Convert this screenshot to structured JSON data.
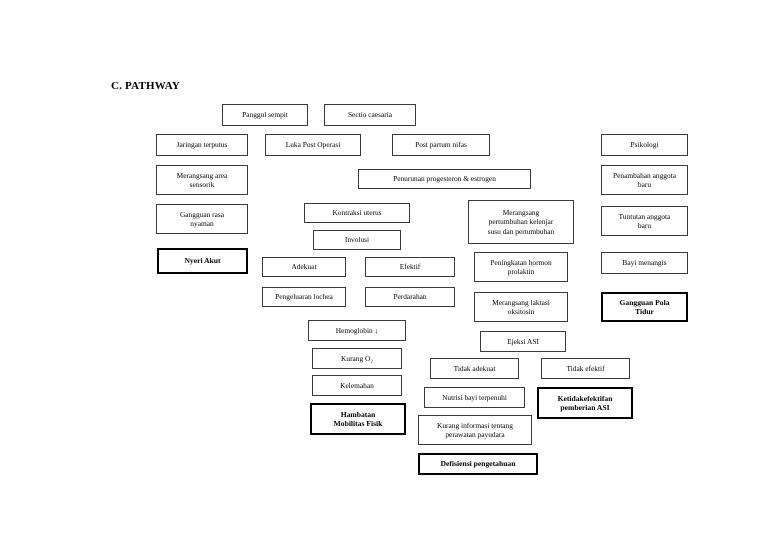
{
  "document": {
    "heading": "C. PATHWAY"
  },
  "diagram": {
    "type": "flowchart-pathway",
    "nodes": [
      {
        "id": "panggul-sempit",
        "label": "Panggul sempit",
        "emphasis": false
      },
      {
        "id": "sectio-caesaria",
        "label": "Sectio caesaria",
        "emphasis": false
      },
      {
        "id": "jaringan-terputus",
        "label": "Jaringan terputus",
        "emphasis": false
      },
      {
        "id": "luka-post-operasi",
        "label": "Luka Post Operasi",
        "emphasis": false
      },
      {
        "id": "post-partum-nifas",
        "label": "Post partum nifas",
        "emphasis": false
      },
      {
        "id": "psikologi",
        "label": "Psikologi",
        "emphasis": false
      },
      {
        "id": "merangsang-area-sensorik",
        "label": "Merangsang area\nsensorik",
        "emphasis": false
      },
      {
        "id": "penurunan-progesteron",
        "label": "Penurunan progesteron & estrogen",
        "emphasis": false
      },
      {
        "id": "penambahan-anggota-baru",
        "label": "Penambahan anggota\nbaru",
        "emphasis": false
      },
      {
        "id": "gangguan-rasa-nyaman",
        "label": "Gangguan rasa\nnyaman",
        "emphasis": false
      },
      {
        "id": "kontraksi-uterus",
        "label": "Kontraksi uterus",
        "emphasis": false
      },
      {
        "id": "merangsang-pertumbuhan",
        "label": "Merangsang\npertumbuhan kelenjar\nsusu dan pertumbuhan",
        "emphasis": false
      },
      {
        "id": "tuntutan-anggota-baru",
        "label": "Tuntutan anggota\nbaru",
        "emphasis": false
      },
      {
        "id": "involusi",
        "label": "Involusi",
        "emphasis": false
      },
      {
        "id": "nyeri-akut",
        "label": "Nyeri Akut",
        "emphasis": true
      },
      {
        "id": "adekuat",
        "label": "Adekuat",
        "emphasis": false
      },
      {
        "id": "efektif",
        "label": "Efektif",
        "emphasis": false
      },
      {
        "id": "peningkatan-prolaktin",
        "label": "Peningkatan hormon\nprolaktin",
        "emphasis": false
      },
      {
        "id": "bayi-menangis",
        "label": "Bayi menangis",
        "emphasis": false
      },
      {
        "id": "pengeluaran-lochea",
        "label": "Pengeluaran lochea",
        "emphasis": false
      },
      {
        "id": "perdarahan",
        "label": "Perdarahan",
        "emphasis": false
      },
      {
        "id": "merangsang-laktasi",
        "label": "Merangsang laktasi\noksitosin",
        "emphasis": false
      },
      {
        "id": "gangguan-pola-tidur",
        "label": "Gangguan Pola\nTidur",
        "emphasis": true
      },
      {
        "id": "hemoglobin-turun",
        "label": "Hemoglobin ↓",
        "emphasis": false
      },
      {
        "id": "ejeksi-asi",
        "label": "Ejeksi ASI",
        "emphasis": false
      },
      {
        "id": "kurang-o2",
        "label": "Kurang O₂",
        "emphasis": false
      },
      {
        "id": "tidak-adekuat",
        "label": "Tidak adekuat",
        "emphasis": false
      },
      {
        "id": "tidak-efektif",
        "label": "Tidak efektif",
        "emphasis": false
      },
      {
        "id": "kelemahan",
        "label": "Kelemahan",
        "emphasis": false
      },
      {
        "id": "nutrisi-bayi-terpenuhi",
        "label": "Nutrisi bayi terpenuhi",
        "emphasis": false
      },
      {
        "id": "ketidakefektifan-asi",
        "label": "Ketidakefektifan\npemberian ASI",
        "emphasis": true
      },
      {
        "id": "hambatan-mobilitas-fisik",
        "label": "Hambatan\nMobilitas Fisik",
        "emphasis": true
      },
      {
        "id": "kurang-informasi",
        "label": "Kurang informasi tentang\nperawatan payudara",
        "emphasis": false
      },
      {
        "id": "defisiensi-pengetahuan",
        "label": "Defisiensi pengetahuan",
        "emphasis": true
      }
    ]
  }
}
